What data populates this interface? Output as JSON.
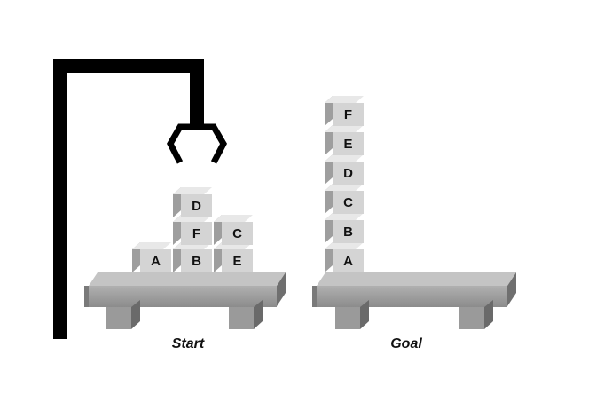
{
  "start": {
    "caption": "Start",
    "blocks": [
      "A",
      "B",
      "E",
      "F",
      "C",
      "D"
    ]
  },
  "goal": {
    "caption": "Goal",
    "blocks": [
      "A",
      "B",
      "C",
      "D",
      "E",
      "F"
    ]
  },
  "colors": {
    "block_face": "#d4d4d4",
    "block_side": "#9e9e9e",
    "block_top": "#e8e8e8",
    "table_top": "#8a8a8a",
    "table_front": "#a6a6a6",
    "crane": "#000000"
  }
}
